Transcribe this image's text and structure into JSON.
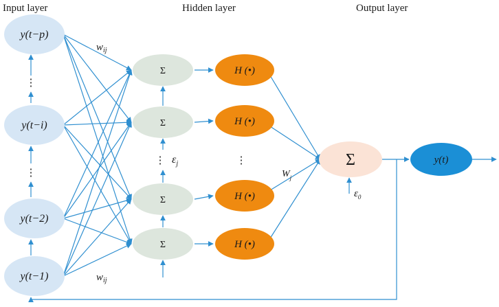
{
  "headers": {
    "input": "Input layer",
    "hidden": "Hidden layer",
    "output": "Output layer"
  },
  "inputs": [
    {
      "id": "y_t_p",
      "label": "y(t−p)"
    },
    {
      "id": "y_t_i",
      "label": "y(t−i)"
    },
    {
      "id": "y_t_2",
      "label": "y(t−2)"
    },
    {
      "id": "y_t_1",
      "label": "y(t−1)"
    }
  ],
  "sum_nodes": [
    {
      "id": "s1",
      "label": "Σ"
    },
    {
      "id": "s2",
      "label": "Σ"
    },
    {
      "id": "s3",
      "label": "Σ"
    },
    {
      "id": "s4",
      "label": "Σ"
    }
  ],
  "activation_nodes": [
    {
      "id": "h1",
      "label": "H (•)"
    },
    {
      "id": "h2",
      "label": "H (•)"
    },
    {
      "id": "h3",
      "label": "H (•)"
    },
    {
      "id": "h4",
      "label": "H (•)"
    }
  ],
  "output_sum": {
    "label": "Σ"
  },
  "output": {
    "label": "y(t)"
  },
  "weights": {
    "input_top": "w",
    "input_top_sub": "ij",
    "input_bottom": "w",
    "input_bottom_sub": "ij",
    "hidden": "W",
    "hidden_sub": "j"
  },
  "bias": {
    "hidden": "ε",
    "hidden_sub": "j",
    "output": "ε",
    "output_sub": "0"
  },
  "ellipsis": "⋮",
  "colors": {
    "input_node": "#d6e6f5",
    "sum_node": "#dde6dd",
    "activation_node": "#ef8a10",
    "output_sum_node": "#fbe3d6",
    "output_node": "#1b8fd6",
    "connection": "#2f8fd0"
  }
}
